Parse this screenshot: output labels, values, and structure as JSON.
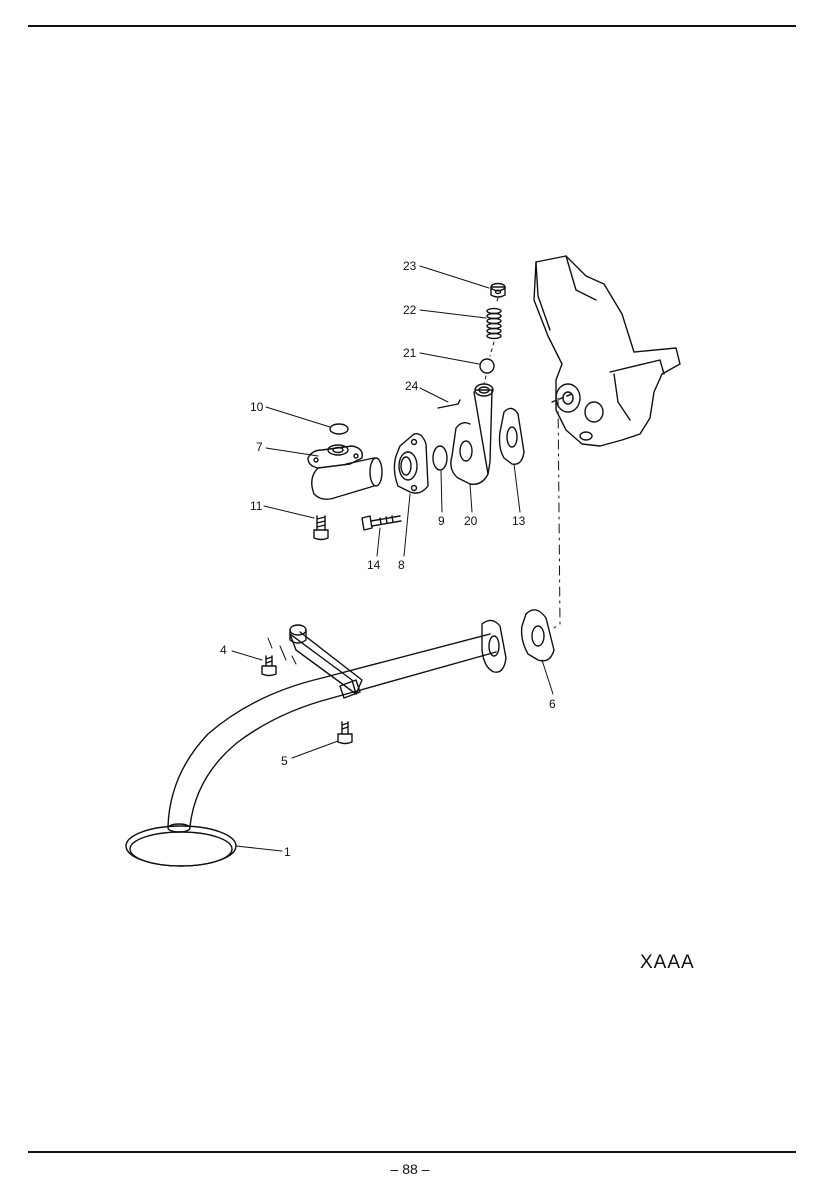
{
  "diagram_code": "XAAA",
  "page_number": "– 88 –",
  "callouts": [
    {
      "id": "23",
      "label": "23"
    },
    {
      "id": "22",
      "label": "22"
    },
    {
      "id": "21",
      "label": "21"
    },
    {
      "id": "24",
      "label": "24"
    },
    {
      "id": "10",
      "label": "10"
    },
    {
      "id": "7",
      "label": "7"
    },
    {
      "id": "11",
      "label": "11"
    },
    {
      "id": "14",
      "label": "14"
    },
    {
      "id": "8",
      "label": "8"
    },
    {
      "id": "9",
      "label": "9"
    },
    {
      "id": "20",
      "label": "20"
    },
    {
      "id": "13",
      "label": "13"
    },
    {
      "id": "4",
      "label": "4"
    },
    {
      "id": "5",
      "label": "5"
    },
    {
      "id": "6",
      "label": "6"
    },
    {
      "id": "1",
      "label": "1"
    }
  ]
}
